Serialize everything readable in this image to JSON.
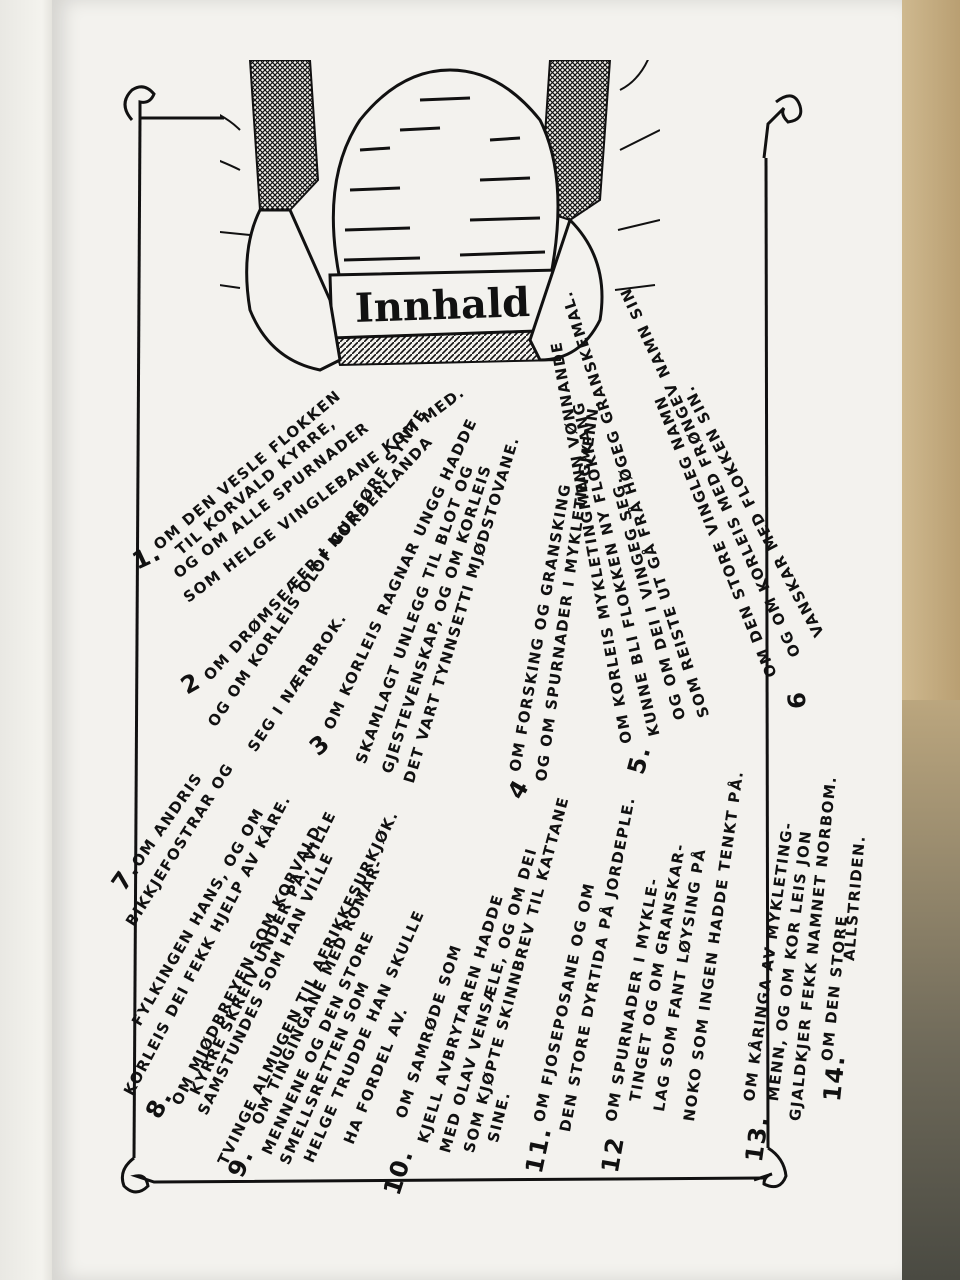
{
  "title": "Innhald",
  "entries": {
    "e1": {
      "num": "1.",
      "lines": [
        "OM DEN VESLE FLOKKEN",
        "TIL KORVALD KYRRE,",
        "OG OM ALLE SPURNADER",
        "SOM HELGE VINGLEBANE KOM MED."
      ]
    },
    "e2": {
      "num": "2",
      "lines": [
        "OM DRØMSEÆER I NORDERLANDA",
        "OG OM KORLEIS OLOF GURSØRE SYNTE",
        "SEG I NÆRBROK."
      ]
    },
    "e3": {
      "num": "3",
      "lines": [
        "OM KORLEIS RAGNAR UNGG HADDE",
        "SKAMLAGT UNLEGG TIL BLOT OG",
        "GJESTEVENSKAP, OG OM KORLEIS",
        "DET VART TYNNSETTI MJØDSTOVANE."
      ]
    },
    "e4": {
      "num": "4",
      "lines": [
        "OM FORSKING OG GRANSKING",
        "OG OM SPURNADER I MYKLETINGMENN."
      ]
    },
    "e5": {
      "num": "5.",
      "lines": [
        "OM KORLEIS MYKLETINGMENN VØNNANDE",
        "KUNNE BLI FLOKKEN NY FLOKKANG",
        "OG OM DEI I VINGEG SEG.",
        "SOM REISTE UT GÅ FRÅ HØGEG GRANSKEMAL."
      ]
    },
    "e6": {
      "num": "6",
      "lines": [
        "OM DEN STORE VINGLEG NAMN",
        "OG OM KORLEIS MED FRØNGEV NAMN SIN",
        "VANSKAR MED FLOKKEN SIN."
      ]
    },
    "e7": {
      "num": "7.",
      "lines": [
        "OM ANDRIS",
        "BIKKJEFOSTRAR OG",
        "FYLKINGEN HANS, OG OM"
      ]
    },
    "e8": {
      "num": "8.",
      "lines": [
        "KORLEIS DEI FEKK HJELP AV KÅRE.",
        "OM MJØDBREYEN SOM KORVALD",
        "KYRRE SKREIV UNDER PÅ, VILLE"
      ]
    },
    "e9": {
      "num": "9.",
      "lines": [
        "SAMSTUNDES SOM HAN VILLE",
        "TVINGE ALMUGEN TIL AFRIKKESURKJØK.",
        "OM TINGINGANE MED ROMAR-",
        "MENNENE OG DEN STORE",
        "SMELLSRETTEN SOM",
        "HELGE TRUDDE HAN SKULLE",
        "HA FORDEL AV."
      ]
    },
    "e10": {
      "num": "10.",
      "lines": [
        "OM SAMRØDE SOM",
        "KJELL AVBRYTAREN HADDE",
        "MED OLAV VENSÆLE, OG OM DEI",
        "SOM KJØPTE SKINNBREV TIL KATTANE",
        "SINE."
      ]
    },
    "e11": {
      "num": "11.",
      "lines": [
        "OM FJOSEPOSANE OG OM",
        "DEN STORE DYRTIDA PÅ JORDEPLE."
      ]
    },
    "e12": {
      "num": "12",
      "lines": [
        "OM SPURNADER I MYKLE-",
        "TINGET OG OM GRANSKAR-",
        "LAG SOM FANT LØYSING PÅ",
        "NOKO SOM INGEN HADDE TENKT PÅ."
      ]
    },
    "e13": {
      "num": "13.",
      "lines": [
        "OM KÅRINGA AV MYKLETING-",
        "MENN, OG OM KOR LEIS JON",
        "GJALDKJER FEKK NAMNET NORBOM."
      ]
    },
    "e14": {
      "num": "14.",
      "lines": [
        "OM DEN STORE",
        "ALLSTRIDEN."
      ]
    }
  }
}
